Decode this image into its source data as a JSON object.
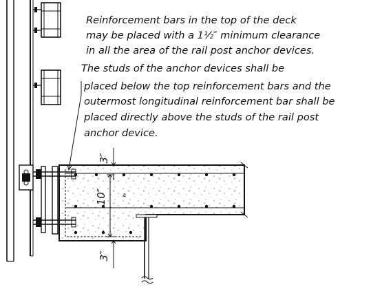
{
  "note": {
    "lines": [
      "Reinforcement bars in the top of the deck",
      "may be placed with a 1½″ minimum clearance",
      "in all the area of the rail post anchor devices.",
      "The studs of the anchor devices shall be",
      "placed below the top reinforcement bars and the",
      "outermost longitudinal reinforcement bar shall be",
      "placed directly above the studs of the rail post",
      "anchor device."
    ]
  },
  "dimensions": {
    "top_clearance": "3″",
    "deck_depth": "10″",
    "bottom_clearance": "3″"
  },
  "labels": {
    "section_mark": "4"
  }
}
